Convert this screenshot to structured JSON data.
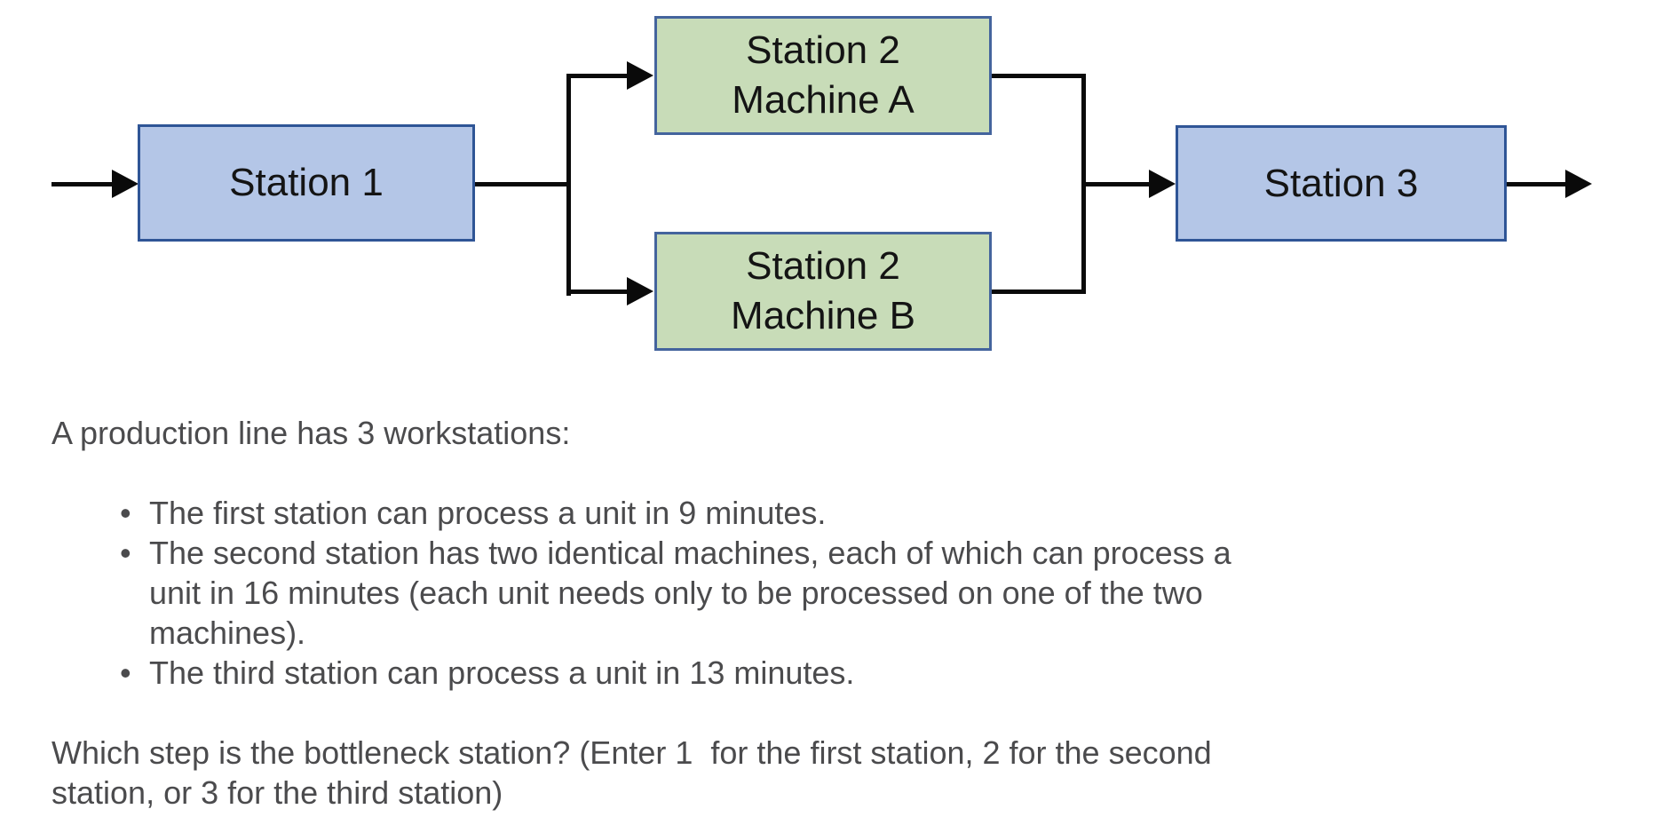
{
  "diagram": {
    "station1": {
      "label": "Station 1"
    },
    "station2a": {
      "line1": "Station 2",
      "line2": "Machine A"
    },
    "station2b": {
      "line1": "Station 2",
      "line2": "Machine B"
    },
    "station3": {
      "label": "Station 3"
    },
    "colors": {
      "blue_box_fill": "#b4c6e7",
      "blue_box_border": "#2f5596",
      "green_box_fill": "#c8dcb8",
      "green_box_border": "#44649d",
      "connector": "#0a0a0a"
    }
  },
  "problem": {
    "intro": "A production line has 3 workstations:",
    "bullets": [
      {
        "marker": "•",
        "lines": [
          "The first station can process a unit in 9 minutes."
        ]
      },
      {
        "marker": "•",
        "lines": [
          "The second station has two identical machines, each of which can process a",
          "unit in 16 minutes (each unit needs only to be processed on one of the two",
          "machines)."
        ]
      },
      {
        "marker": "•",
        "lines": [
          "The third station can process a unit in 13 minutes."
        ]
      }
    ],
    "question_lines": [
      "Which step is the bottleneck station? (Enter 1  for the first station, 2 for the second",
      "station, or 3 for the third station)"
    ],
    "text_color": "#4b4b4d"
  }
}
